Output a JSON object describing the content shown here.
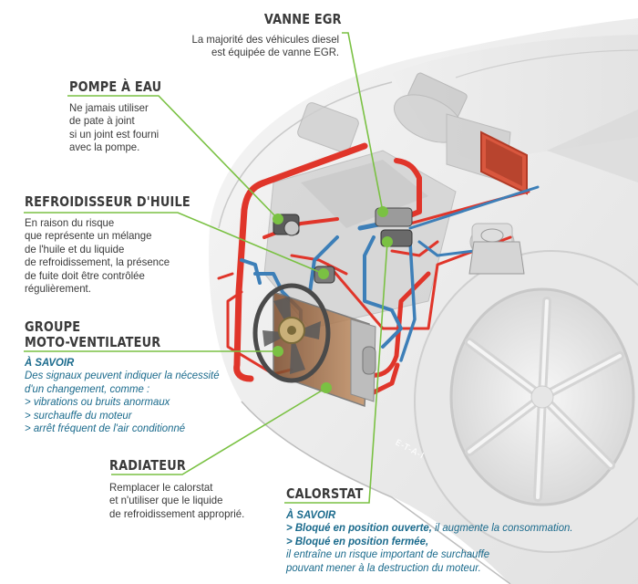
{
  "colors": {
    "accent_green": "#7ac143",
    "hot_hose": "#e0352a",
    "cold_hose": "#3d7fb8",
    "info_blue": "#1a6a8c",
    "title_text": "#3a3a3a"
  },
  "callouts": {
    "vanne_egr": {
      "title": "VANNE EGR",
      "lines": [
        "La majorité des véhicules diesel",
        "est équipée de vanne EGR."
      ]
    },
    "pompe_eau": {
      "title": "POMPE À EAU",
      "lines": [
        "Ne jamais utiliser",
        "de pate à joint",
        "si un joint est fourni",
        "avec la pompe."
      ]
    },
    "refroidisseur": {
      "title": "REFROIDISSEUR D'HUILE",
      "lines": [
        "En raison du risque",
        "que représente un mélange",
        "de l'huile et du liquide",
        "de refroidissement, la présence",
        "de fuite doit être contrôlée",
        "régulièrement."
      ]
    },
    "groupe": {
      "title_line1": "GROUPE",
      "title_line2": "MOTO-VENTILATEUR",
      "know_heading": "À SAVOIR",
      "know_lines": [
        "Des signaux peuvent indiquer la nécessité",
        "d'un changement, comme :",
        "> vibrations ou bruits anormaux",
        "> surchauffe du moteur",
        "> arrêt fréquent de l'air conditionné"
      ]
    },
    "radiateur": {
      "title": "RADIATEUR",
      "lines": [
        "Remplacer le calorstat",
        "et n'utiliser que le liquide",
        "de refroidissement approprié."
      ]
    },
    "calorstat": {
      "title": "CALORSTAT",
      "know_heading": "À SAVOIR",
      "line1_bold": "> Bloqué en position ouverte,",
      "line1_rest": " il augmente la consommation.",
      "line2_bold": "> Bloqué en position fermée,",
      "line3": "il entraîne un risque important de surchauffe",
      "line4": "pouvant mener à la destruction du moteur."
    }
  },
  "watermark": "E-T-A-I"
}
